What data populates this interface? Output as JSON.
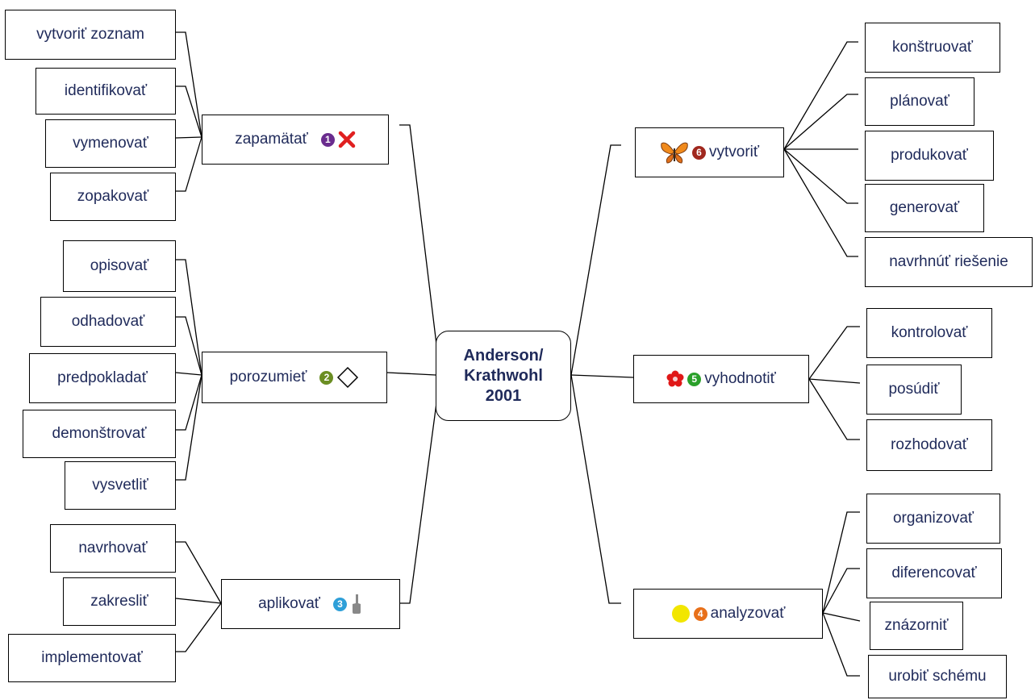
{
  "center": {
    "line1": "Anderson/",
    "line2": "Krathwohl",
    "line3": "2001"
  },
  "hubs": {
    "zapamatat": {
      "label": "zapamätať",
      "num": "1",
      "num_color": "#6a2c8e",
      "icon": "x-mark-icon",
      "icon_color": "#e02020"
    },
    "porozumiet": {
      "label": "porozumieť",
      "num": "2",
      "num_color": "#6b8e23",
      "icon": "diamond-icon"
    },
    "aplikovat": {
      "label": "aplikovať",
      "num": "3",
      "num_color": "#2e9fd8",
      "icon": "pointing-hand-icon",
      "icon_color": "#888888"
    },
    "analyzovat": {
      "label": "analyzovať",
      "num": "4",
      "num_color": "#e8701a",
      "icon": "yellow-dot-icon",
      "icon_color": "#f2e600"
    },
    "vyhodnotit": {
      "label": "vyhodnotiť",
      "num": "5",
      "num_color": "#2aa02a",
      "icon": "red-flower-icon",
      "icon_color": "#e01818"
    },
    "vytvorit": {
      "label": "vytvoriť",
      "num": "6",
      "num_color": "#a0281e",
      "icon": "butterfly-icon",
      "icon_color": "#f08a1c"
    }
  },
  "leaves": {
    "zapamatat": [
      "vytvoriť zoznam",
      "identifikovať",
      "vymenovať",
      "zopakovať"
    ],
    "porozumiet": [
      "opisovať",
      "odhadovať",
      "predpokladať",
      "demonštrovať",
      "vysvetliť"
    ],
    "aplikovat": [
      "navrhovať",
      "zakresliť",
      "implementovať"
    ],
    "vytvorit": [
      "konštruovať",
      "plánovať",
      "produkovať",
      "generovať",
      "navrhnúť riešenie"
    ],
    "vyhodnotit": [
      "kontrolovať",
      "posúdiť",
      "rozhodovať"
    ],
    "analyzovat": [
      "organizovať",
      "diferencovať",
      "znázorniť",
      "urobiť schému"
    ]
  }
}
